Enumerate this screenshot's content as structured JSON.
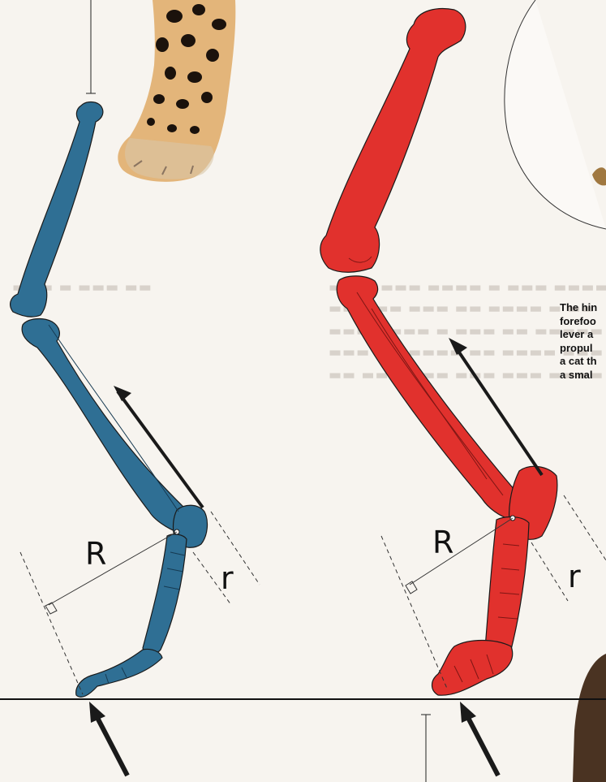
{
  "labels": {
    "left_R": "R",
    "left_r": "r",
    "right_R": "R",
    "right_r": "r"
  },
  "caption_lines": [
    "The hin",
    "forefoo",
    "lever a",
    "propul",
    "a cat th",
    "a smal"
  ],
  "colors": {
    "background": "#f7f4ef",
    "blue_bone": "#2f6f94",
    "red_bone": "#e1312d",
    "outline": "#1a1a1a",
    "cheetah_fur": "#e3b57a",
    "cheetah_spots": "#1b120c"
  },
  "icons": [
    "force-arrow-icon",
    "right-angle-marker-icon",
    "cheetah-paw-photo",
    "circle-inset-icon"
  ]
}
